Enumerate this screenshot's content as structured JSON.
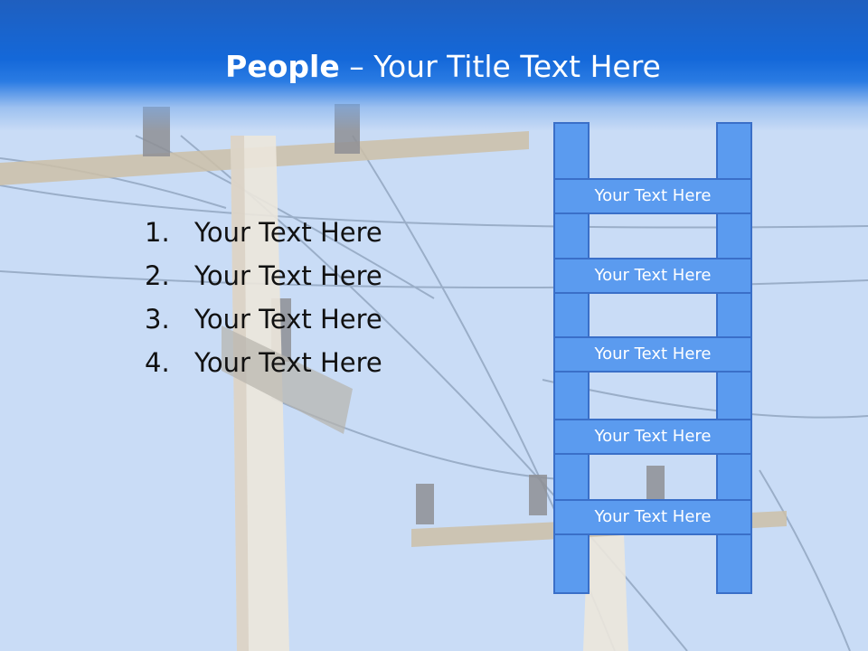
{
  "header": {
    "title_bold": "People",
    "title_rest": " – Your Title Text Here"
  },
  "content_list": {
    "items": [
      {
        "number": "1.",
        "text": "Your Text Here"
      },
      {
        "number": "2.",
        "text": "Your Text Here"
      },
      {
        "number": "3.",
        "text": "Your Text Here"
      },
      {
        "number": "4.",
        "text": "Your Text Here"
      }
    ]
  },
  "ladder": {
    "rungs": [
      {
        "label": "Your Text Here"
      },
      {
        "label": "Your Text Here"
      },
      {
        "label": "Your Text Here"
      },
      {
        "label": "Your Text Here"
      },
      {
        "label": "Your Text Here"
      }
    ]
  },
  "colors": {
    "header_blue": "#1468d9",
    "ladder_fill": "#5b9bef",
    "ladder_border": "#3a6fc8",
    "sky": "#c9dcf6"
  }
}
